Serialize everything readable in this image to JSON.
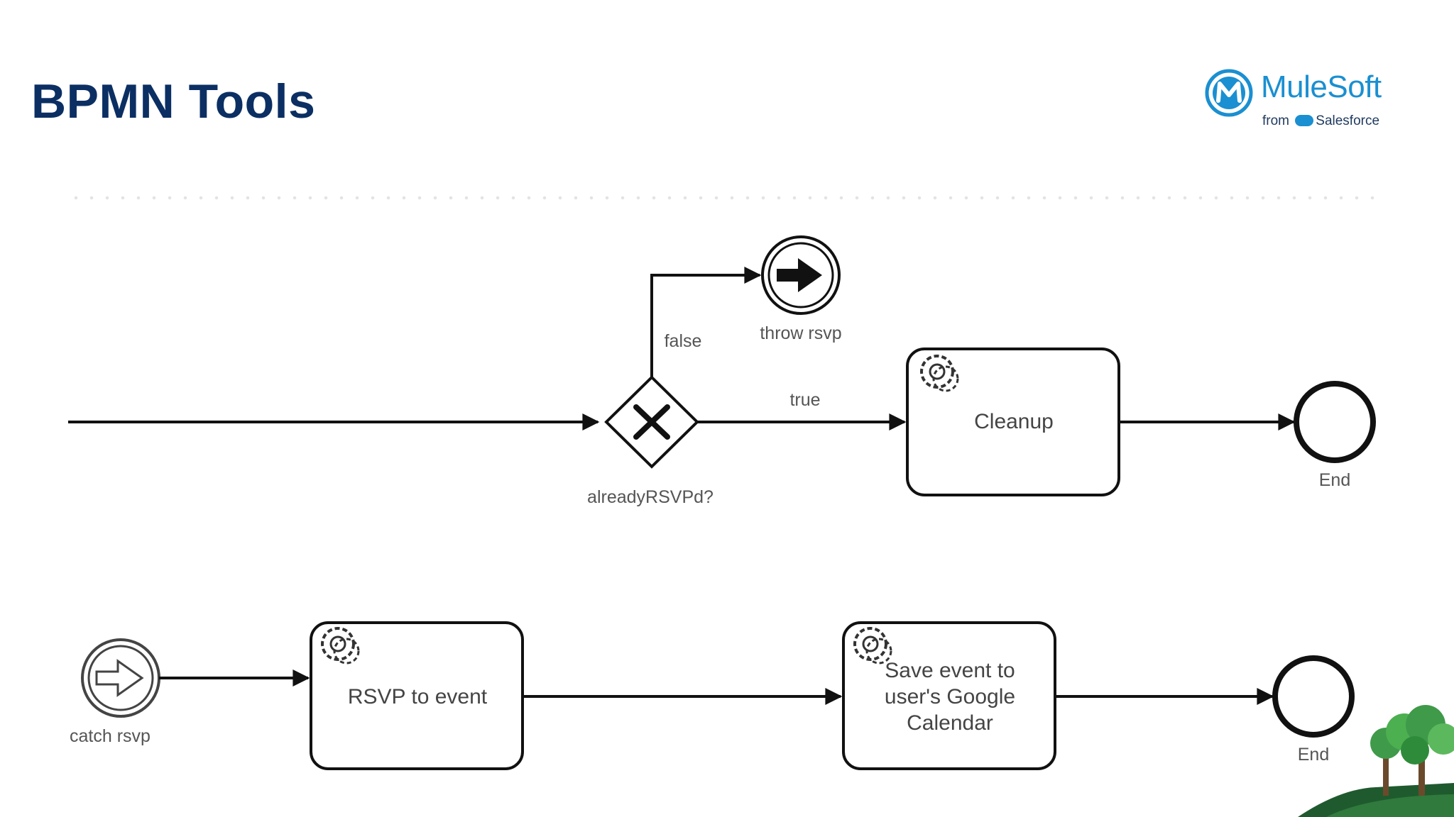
{
  "slide": {
    "title": "BPMN Tools"
  },
  "logo": {
    "name": "MuleSoft",
    "from": "from",
    "brand": "Salesforce",
    "accent": "#1a8fd1"
  },
  "diagram": {
    "top_flow": {
      "gateway_label": "alreadyRSVPd?",
      "false_label": "false",
      "true_label": "true",
      "throw_event_label": "throw rsvp",
      "cleanup_task": "Cleanup",
      "end_label": "End"
    },
    "bottom_flow": {
      "catch_event_label": "catch rsvp",
      "rsvp_task": "RSVP to event",
      "save_task_line1": "Save event to",
      "save_task_line2": "user's Google",
      "save_task_line3": "Calendar",
      "end_label": "End"
    }
  },
  "colors": {
    "title": "#0b2f63",
    "stroke": "#111111"
  }
}
